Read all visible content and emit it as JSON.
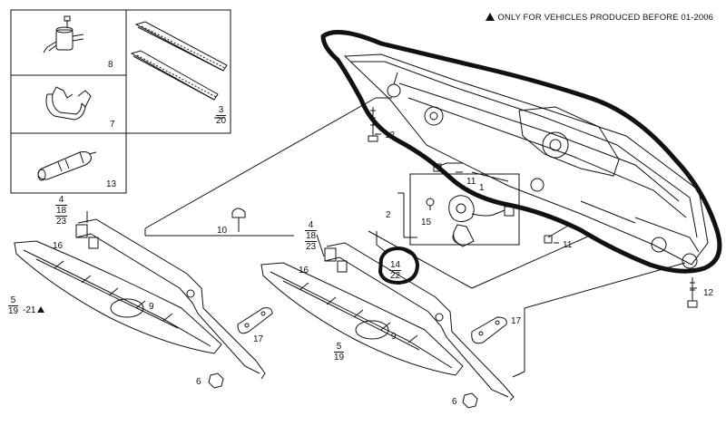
{
  "notice": {
    "icon": "triangle-icon",
    "text": "ONLY FOR VEHICLES PRODUCED BEFORE 01-2006"
  },
  "callouts": {
    "c8": "8",
    "c7": "7",
    "c13": "13",
    "c3_20": [
      "3",
      "20"
    ],
    "c4_18_23_left": [
      "4",
      "18",
      "23"
    ],
    "c4_18_23_mid": [
      "4",
      "18",
      "23"
    ],
    "c16_left": "16",
    "c16_mid": "16",
    "c5_19_21": [
      "5",
      "19"
    ],
    "c21": "21",
    "c9_left": "9",
    "c9_mid": "9",
    "c17_left": "17",
    "c17_right": "17",
    "c6_left": "6",
    "c6_right": "6",
    "c5_19_mid": [
      "5",
      "19"
    ],
    "c10": "10",
    "c12_top": "12",
    "c12_bottom": "12",
    "c11_top": "11",
    "c11_bottom": "11",
    "c2": "2",
    "c15": "15",
    "c1": "1",
    "c14": [
      "14",
      "22"
    ]
  },
  "colors": {
    "ink": "#111111",
    "highlight": "#000000",
    "background": "#ffffff"
  }
}
